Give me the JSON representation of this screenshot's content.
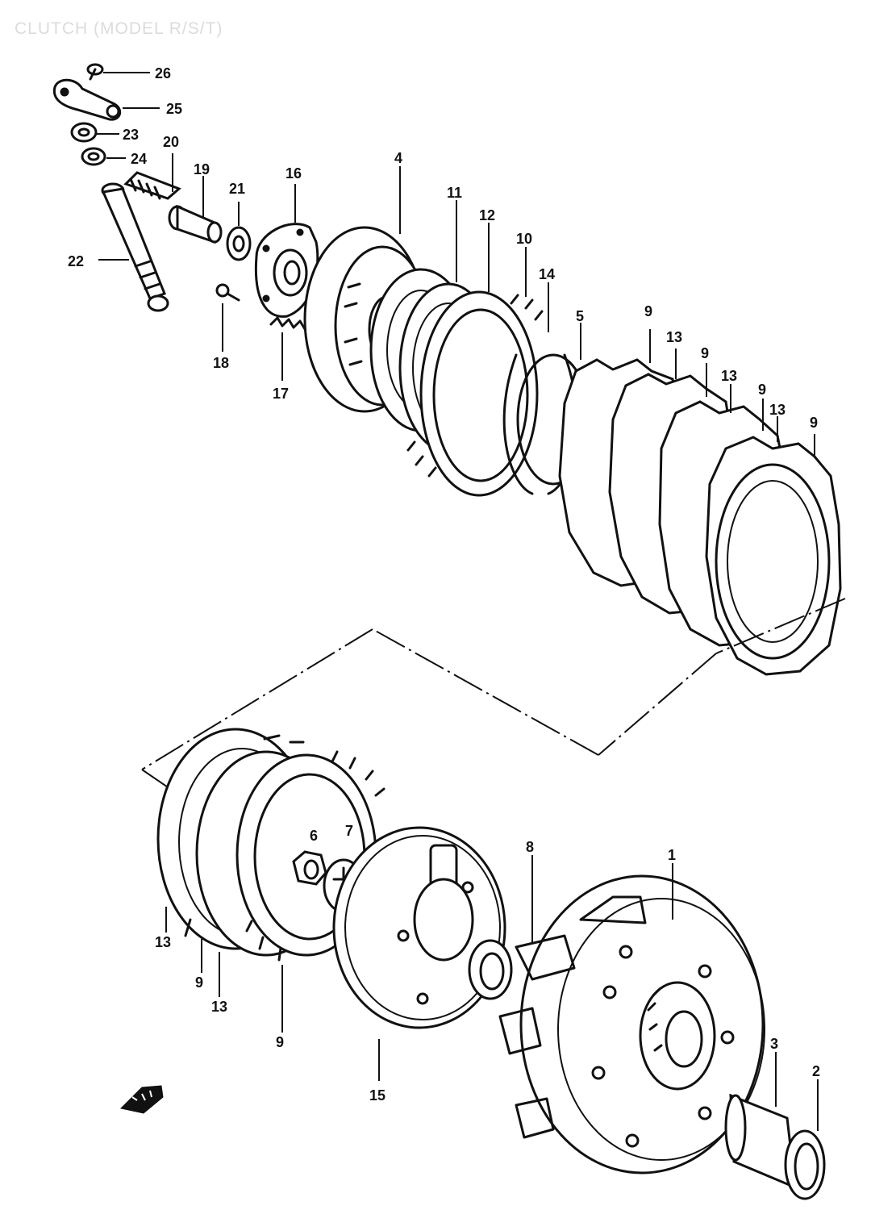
{
  "title": "CLUTCH (MODEL R/S/T)",
  "labels": {
    "p26": "26",
    "p25": "25",
    "p23": "23",
    "p24": "24",
    "p20": "20",
    "p19": "19",
    "p22": "22",
    "p21": "21",
    "p16": "16",
    "p18": "18",
    "p17": "17",
    "p4": "4",
    "p11": "11",
    "p12": "12",
    "p10": "10",
    "p14": "14",
    "p5": "5",
    "p9a": "9",
    "p13a": "13",
    "p9b": "9",
    "p13b": "13",
    "p9c": "9",
    "p13c": "13",
    "p9d": "9",
    "p6": "6",
    "p7": "7",
    "p8": "8",
    "p1": "1",
    "p13d": "13",
    "p9e": "9",
    "p13e": "13",
    "p9f": "9",
    "p15": "15",
    "p3": "3",
    "p2": "2"
  }
}
